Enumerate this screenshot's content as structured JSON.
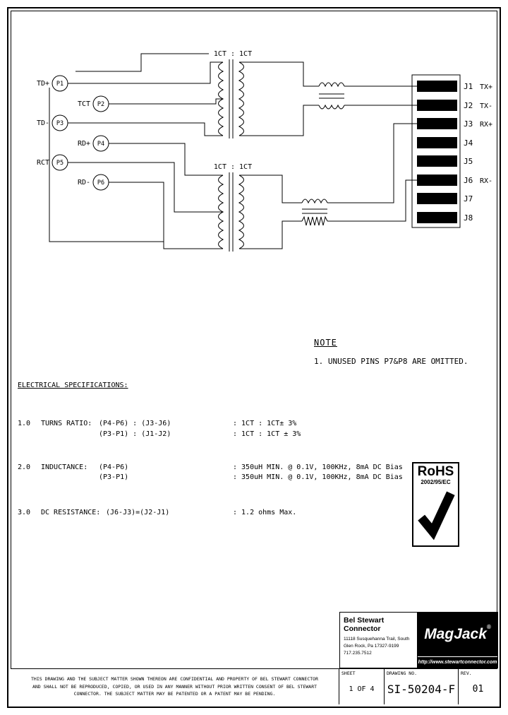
{
  "colors": {
    "ink": "#000000",
    "paper": "#ffffff"
  },
  "schematic": {
    "t1_label": "1CT : 1CT",
    "t2_label": "1CT : 1CT",
    "primary_pins": [
      {
        "pin": "P1",
        "signal": "TD+"
      },
      {
        "pin": "P2",
        "signal": "TCT"
      },
      {
        "pin": "P3",
        "signal": "TD-"
      },
      {
        "pin": "P4",
        "signal": "RD+"
      },
      {
        "pin": "P5",
        "signal": "RCT"
      },
      {
        "pin": "P6",
        "signal": "RD-"
      }
    ],
    "jack_pins": [
      {
        "label": "J1",
        "signal": "TX+"
      },
      {
        "label": "J2",
        "signal": "TX-"
      },
      {
        "label": "J3",
        "signal": "RX+"
      },
      {
        "label": "J4",
        "signal": ""
      },
      {
        "label": "J5",
        "signal": ""
      },
      {
        "label": "J6",
        "signal": "RX-"
      },
      {
        "label": "J7",
        "signal": ""
      },
      {
        "label": "J8",
        "signal": ""
      }
    ]
  },
  "note": {
    "title": "NOTE",
    "item1": "1. UNUSED PINS P7&P8 ARE OMITTED."
  },
  "specs": {
    "heading": "ELECTRICAL SPECIFICATIONS:",
    "turns": {
      "num": "1.0",
      "name": "TURNS RATIO:",
      "pins1": "(P4-P6) : (J3-J6)",
      "pins2": "(P3-P1) : (J1-J2)",
      "val1": ": 1CT : 1CT± 3%",
      "val2": ": 1CT : 1CT ± 3%"
    },
    "inductance": {
      "num": "2.0",
      "name": "INDUCTANCE:",
      "pins1": "(P4-P6)",
      "pins2": "(P3-P1)",
      "val1": ": 350uH MIN. @ 0.1V, 100KHz, 8mA DC Bias",
      "val2": ": 350uH MIN. @ 0.1V, 100KHz, 8mA DC Bias"
    },
    "resistance": {
      "num": "3.0",
      "name": "DC RESISTANCE:",
      "pins1": "(J6-J3)=(J2-J1)",
      "val1": ": 1.2 ohms Max."
    }
  },
  "rohs": {
    "title": "RoHS",
    "directive": "2002/95/EC"
  },
  "title_block": {
    "company": "Bel Stewart Connector",
    "address1": "11118 Susquehanna Trail, South",
    "address2": "Glen Rock, Pa 17327-9199",
    "phone": "717.235.7512",
    "brand": "MagJack",
    "brand_mark": "®",
    "url": "http://www.stewartconnector.com"
  },
  "footer": {
    "disclaimer1": "THIS DRAWING AND THE SUBJECT MATTER SHOWN THEREON ARE CONFIDENTIAL AND PROPERTY OF BEL STEWART CONNECTOR",
    "disclaimer2": "AND SHALL NOT BE REPRODUCED, COPIED, OR USED IN ANY MANNER WITHOUT PRIOR WRITTEN CONSENT OF BEL STEWART",
    "disclaimer3": "CONNECTOR.  THE SUBJECT MATTER MAY BE PATENTED OR A PATENT MAY BE PENDING.",
    "sheet_label": "SHEET",
    "sheet_value": "1 OF 4",
    "drawing_label": "DRAWING NO.",
    "drawing_value": "SI-50204-F",
    "rev_label": "REV.",
    "rev_value": "01"
  }
}
